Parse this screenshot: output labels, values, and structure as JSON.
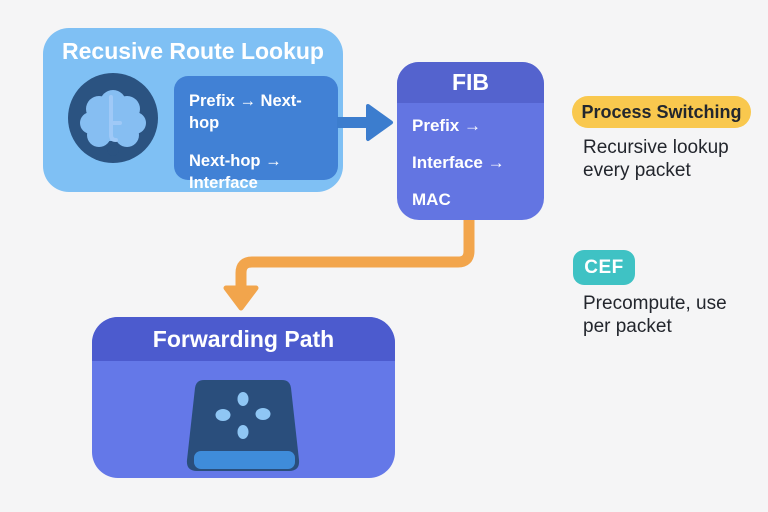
{
  "rrl": {
    "title": "Recusive Route Lookup",
    "mapping1": "Prefix → Next-hop",
    "mapping2": "Next-hop →\nInterface"
  },
  "fib": {
    "title": "FIB",
    "rows": [
      "Prefix →",
      "Interface →",
      "MAC"
    ]
  },
  "forwarding": {
    "title": "Forwarding Path"
  },
  "annotations": {
    "process": {
      "badge": "Process Switching",
      "caption": "Recursive lookup\nevery packet"
    },
    "cef": {
      "badge": "CEF",
      "caption": "Precompute, use\nper packet"
    }
  },
  "icons": {
    "brain": "brain-icon",
    "device": "network-device-icon",
    "arrow_blue": "arrow-right-icon",
    "arrow_orange": "arrow-down-icon"
  },
  "colors": {
    "background": "#F5F5F6",
    "rrl_box": "#7FC0F4",
    "rrl_inner_box": "#4181D5",
    "brain_circle": "#2B5381",
    "brain_fill": "#86BEF2",
    "brain_stem": "#9FC9F7",
    "fib_header": "#5463CE",
    "fib_body": "#6375E2",
    "fwd_header": "#4C5BCE",
    "fwd_body": "#6478E8",
    "blue_arrow": "#3C7DCE",
    "orange_arrow": "#F2A54C",
    "process_badge": "#F9C84E",
    "cef_badge": "#3FC2C4",
    "dark_text": "#23262D",
    "white_text": "#FFFFFF",
    "device_body": "#2A4E7C",
    "device_bar": "#3F8CDA",
    "device_dot": "#8FC6F4"
  }
}
